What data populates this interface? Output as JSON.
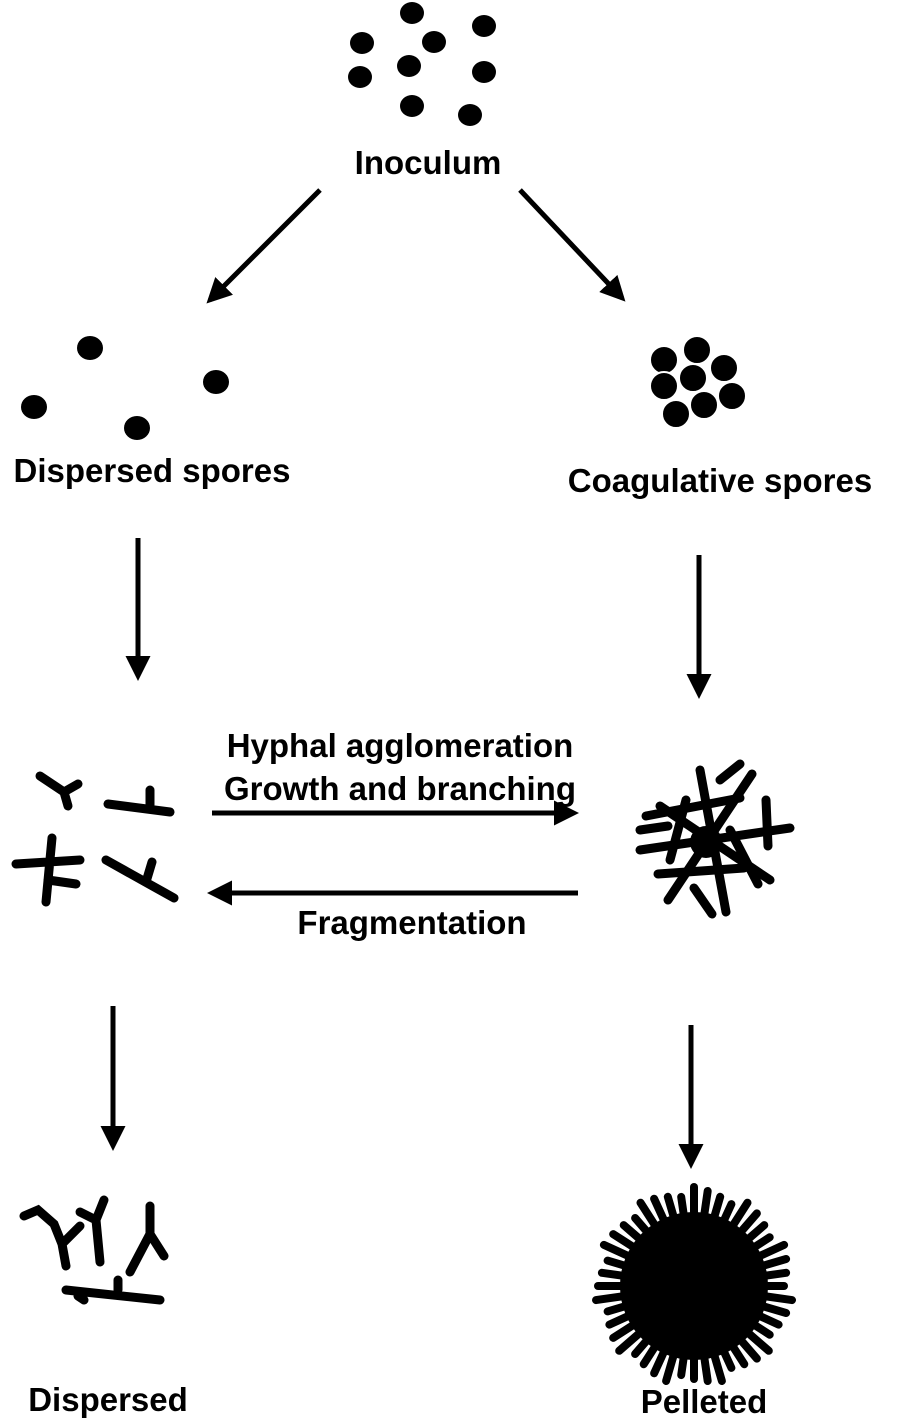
{
  "labels": {
    "inoculum": "Inoculum",
    "dispersed_spores": "Dispersed spores",
    "coagulative_spores": "Coagulative spores",
    "hyphal_agglomeration": "Hyphal agglomeration",
    "growth_and_branching": "Growth and branching",
    "fragmentation": "Fragmentation",
    "dispersed": "Dispersed",
    "pelleted": "Pelleted"
  },
  "colors": {
    "ink": "#000000",
    "background": "#ffffff"
  }
}
